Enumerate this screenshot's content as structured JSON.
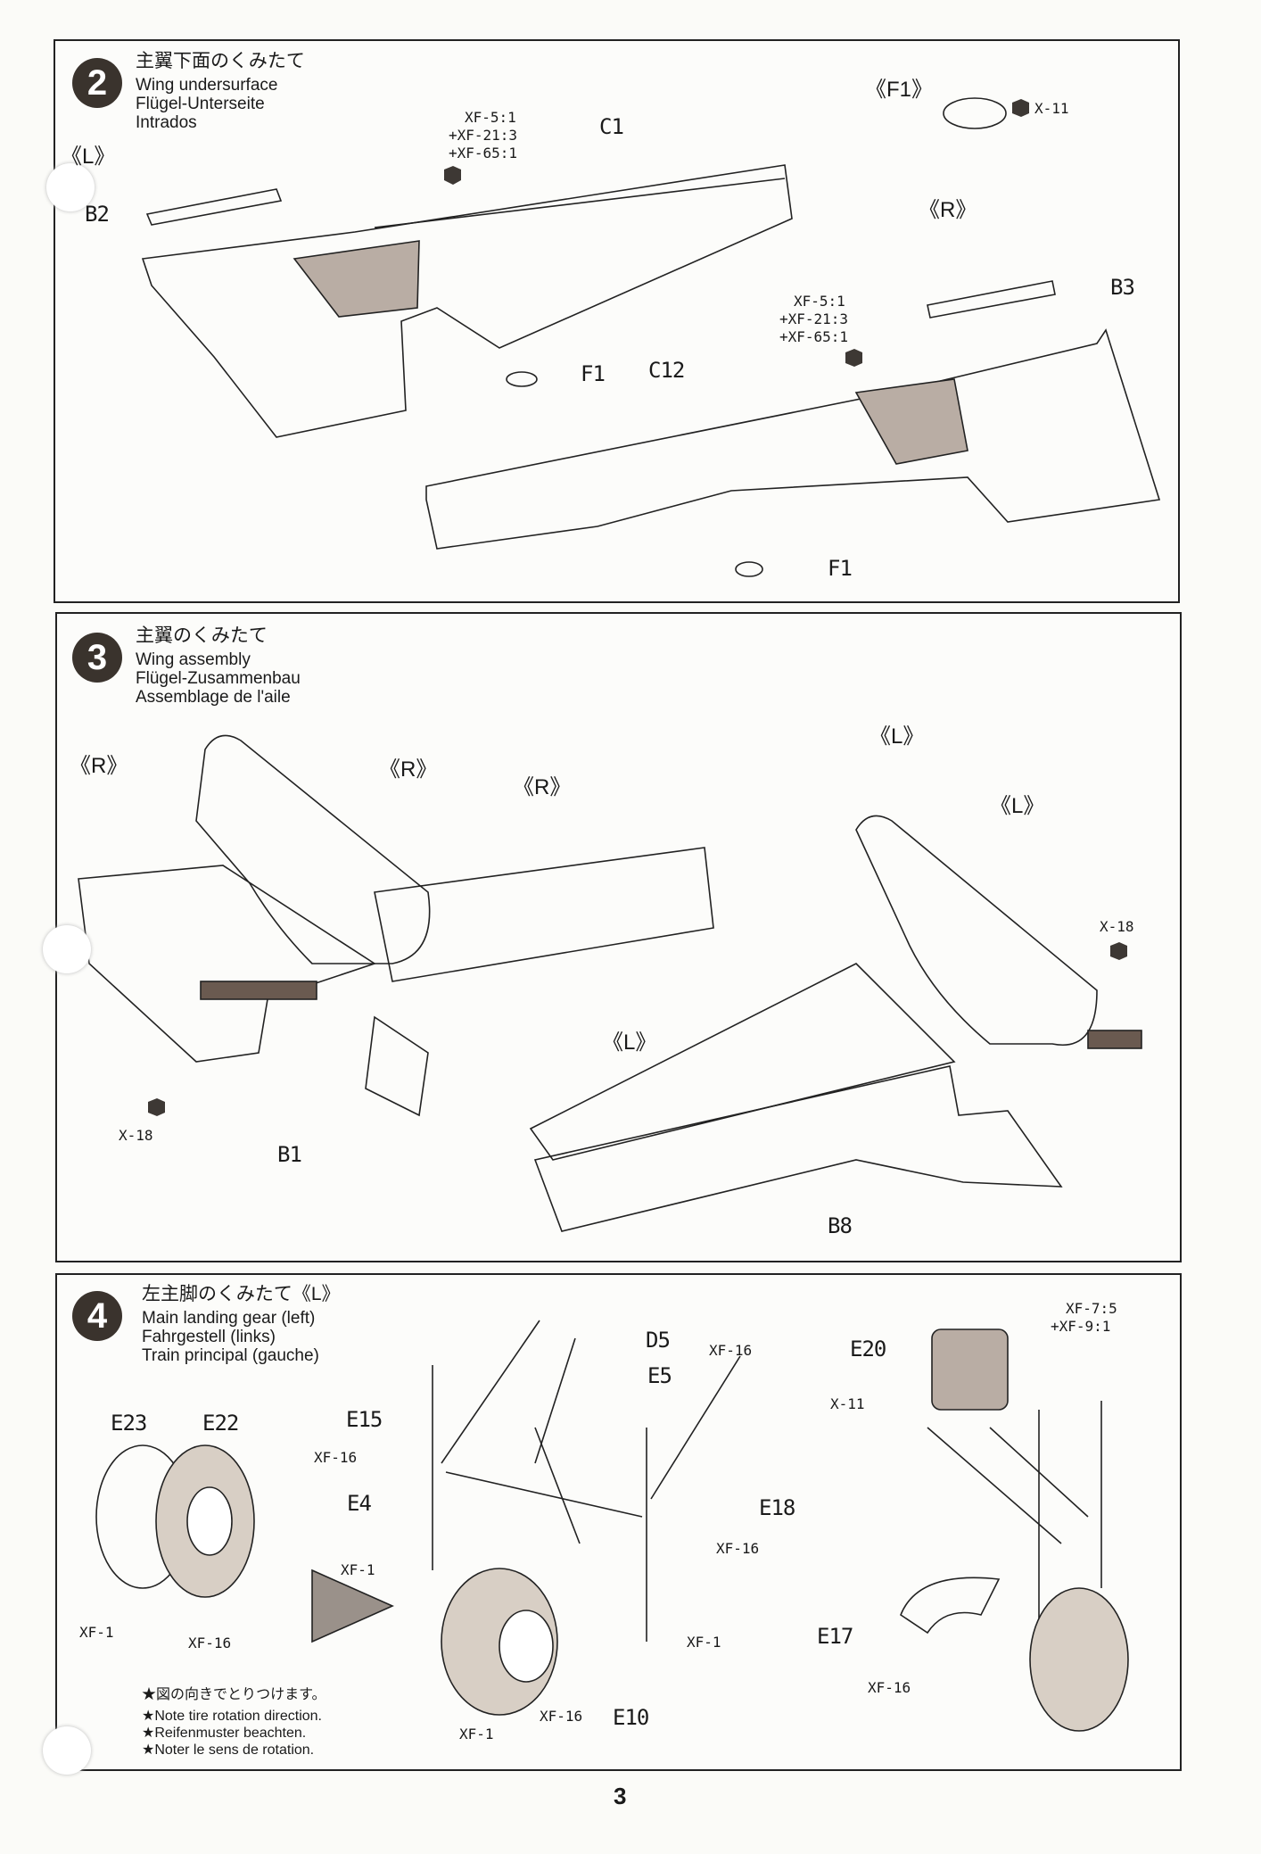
{
  "page_number": "3",
  "steps": [
    {
      "number": "2",
      "title_jp": "主翼下面のくみたて",
      "title_en": "Wing undersurface",
      "title_de": "Flügel-Unterseite",
      "title_fr": "Intrados",
      "labels": {
        "side_l": "《L》",
        "side_f1": "《F1》",
        "x11": "X-11",
        "mix1": [
          "XF-5:1",
          "+XF-21:3",
          "+XF-65:1"
        ],
        "c1": "C1",
        "side_r": "《R》",
        "b2": "B2",
        "b3": "B3",
        "mix2": [
          "XF-5:1",
          "+XF-21:3",
          "+XF-65:1"
        ],
        "f1a": "F1",
        "c12": "C12",
        "f1b": "F1"
      }
    },
    {
      "number": "3",
      "title_jp": "主翼のくみたて",
      "title_en": "Wing assembly",
      "title_de": "Flügel-Zusammenbau",
      "title_fr": "Assemblage de l'aile",
      "labels": {
        "r1": "《R》",
        "r2": "《R》",
        "r3": "《R》",
        "l1": "《L》",
        "l2": "《L》",
        "x18a": "X-18",
        "l3": "《L》",
        "x18b": "X-18",
        "b1": "B1",
        "b8": "B8"
      }
    },
    {
      "number": "4",
      "title_jp": "左主脚のくみたて《L》",
      "title_en": "Main landing gear (left)",
      "title_de": "Fahrgestell (links)",
      "title_fr": "Train principal (gauche)",
      "labels": {
        "d5": "D5",
        "xf16a": "XF-16",
        "e5": "E5",
        "mix": [
          "XF-7:5",
          "+XF-9:1"
        ],
        "e20": "E20",
        "e15": "E15",
        "e23": "E23",
        "e22": "E22",
        "xf16b": "XF-16",
        "x11": "X-11",
        "e4": "E4",
        "e18": "E18",
        "xf16c": "XF-16",
        "xf1a": "XF-1",
        "xf1b": "XF-1",
        "xf1c": "XF-1",
        "xf16d": "XF-16",
        "e17": "E17",
        "xf16e": "XF-16",
        "xf1d": "XF-1",
        "xf16f": "XF-16",
        "e10": "E10"
      },
      "notes": [
        "★図の向きでとりつけます。",
        "★Note tire rotation direction.",
        "★Reifenmuster beachten.",
        "★Noter le sens de rotation."
      ]
    }
  ],
  "colors": {
    "paint_chip": "#3d3834",
    "shaded_part": "#b9ada4"
  }
}
